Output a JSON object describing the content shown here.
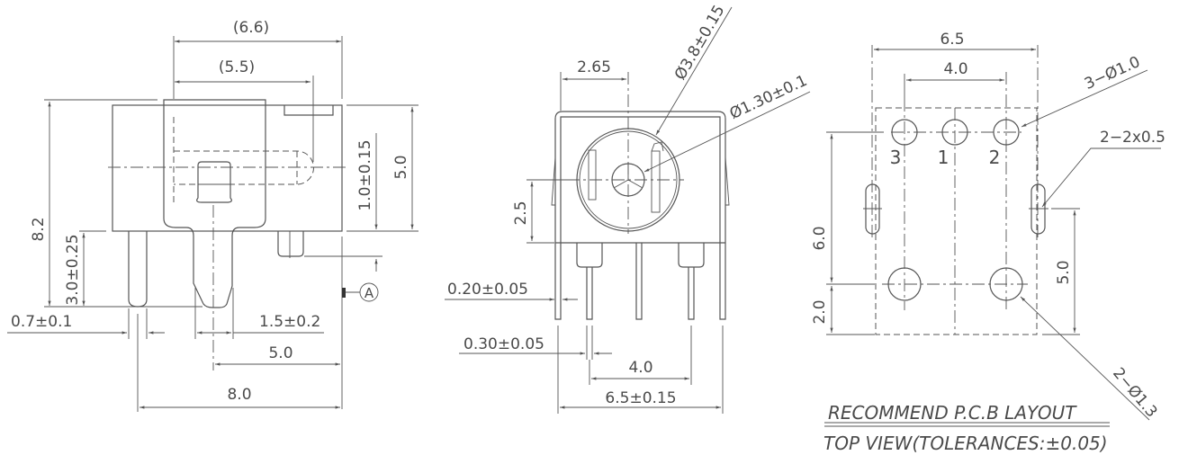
{
  "side_view": {
    "dim_overall_ref": "(6.6)",
    "dim_plug_ref": "(5.5)",
    "dim_height": "8.2",
    "dim_pin_length": "3.0±0.25",
    "dim_center_offset": "1.0±0.15",
    "dim_body_height": "5.0",
    "dim_pin_width": "0.7±0.1",
    "dim_tab_width": "1.5±0.2",
    "dim_center_to_edge": "5.0",
    "dim_length": "8.0",
    "datum_label": "A"
  },
  "front_view": {
    "dim_center_x": "2.65",
    "dim_outer_diameter": "Ø3.8±0.15",
    "dim_pin_diameter": "Ø1.30±0.1",
    "dim_center_height": "2.5",
    "dim_frame_thickness": "0.20±0.05",
    "dim_pin_thickness": "0.30±0.05",
    "dim_pin_spacing": "4.0",
    "dim_width": "6.5±0.15"
  },
  "pcb_layout": {
    "dim_width": "6.5",
    "dim_hole_spacing": "4.0",
    "callout_holes": "3−Ø1.0",
    "callout_slots": "2−2x0.5",
    "callout_large_holes": "2−Ø1.3",
    "dim_row_spacing": "6.0",
    "dim_bottom_offset": "2.0",
    "dim_slot_height": "5.0",
    "pin_labels": [
      "3",
      "1",
      "2"
    ],
    "title": "RECOMMEND P.C.B LAYOUT",
    "subtitle": "TOP VIEW(TOLERANCES:±0.05)"
  }
}
